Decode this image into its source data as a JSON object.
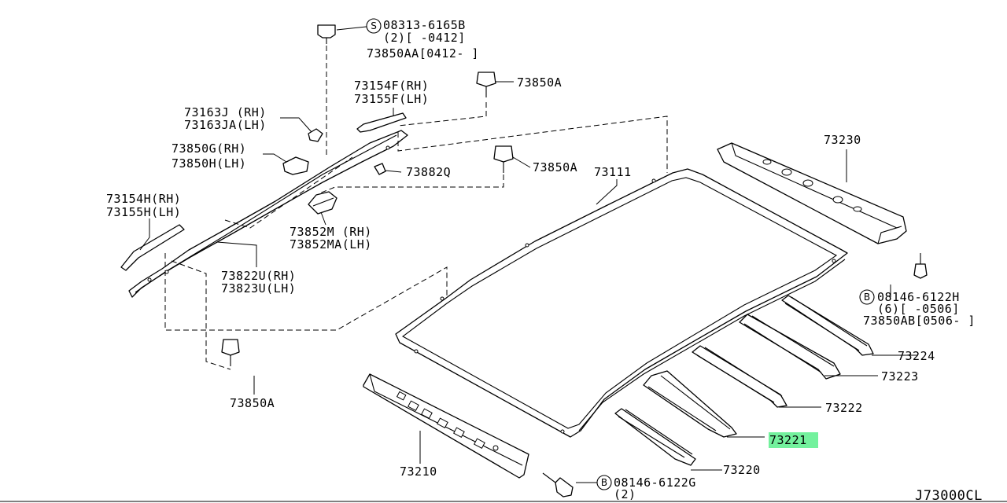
{
  "diagram": {
    "code": "J73000CL",
    "highlight_color": "#00e64d",
    "labels": {
      "bolt_s_line1": "08313-6165B",
      "bolt_s_line2": "(2)[   -0412]",
      "bolt_s_line3": "73850AA[0412-   ]",
      "p73850a_top": "73850A",
      "p73850a_mid": "73850A",
      "p73850a_low": "73850A",
      "p73154f": "73154F(RH)",
      "p73155f": "73155F(LH)",
      "p73163j": "73163J  (RH)",
      "p73163ja": "73163JA(LH)",
      "p73850g": "73850G(RH)",
      "p73850h": "73850H(LH)",
      "p73882q": "73882Q",
      "p73111": "73111",
      "p73154h": "73154H(RH)",
      "p73155h": "73155H(LH)",
      "p73852m": "73852M  (RH)",
      "p73852ma": "73852MA(LH)",
      "p73822u": "73822U(RH)",
      "p73823u": "73823U(LH)",
      "p73230": "73230",
      "bolt_b1_line1": "08146-6122H",
      "bolt_b1_line2": "(6)[   -0506]",
      "bolt_b1_line3": "73850AB[0506-   ]",
      "p73224": "73224",
      "p73223": "73223",
      "p73222": "73222",
      "p73221": "73221",
      "p73220": "73220",
      "p73210": "73210",
      "bolt_b2_line1": "08146-6122G",
      "bolt_b2_line2": "(2)",
      "circle_s": "S",
      "circle_b1": "B",
      "circle_b2": "B"
    }
  }
}
